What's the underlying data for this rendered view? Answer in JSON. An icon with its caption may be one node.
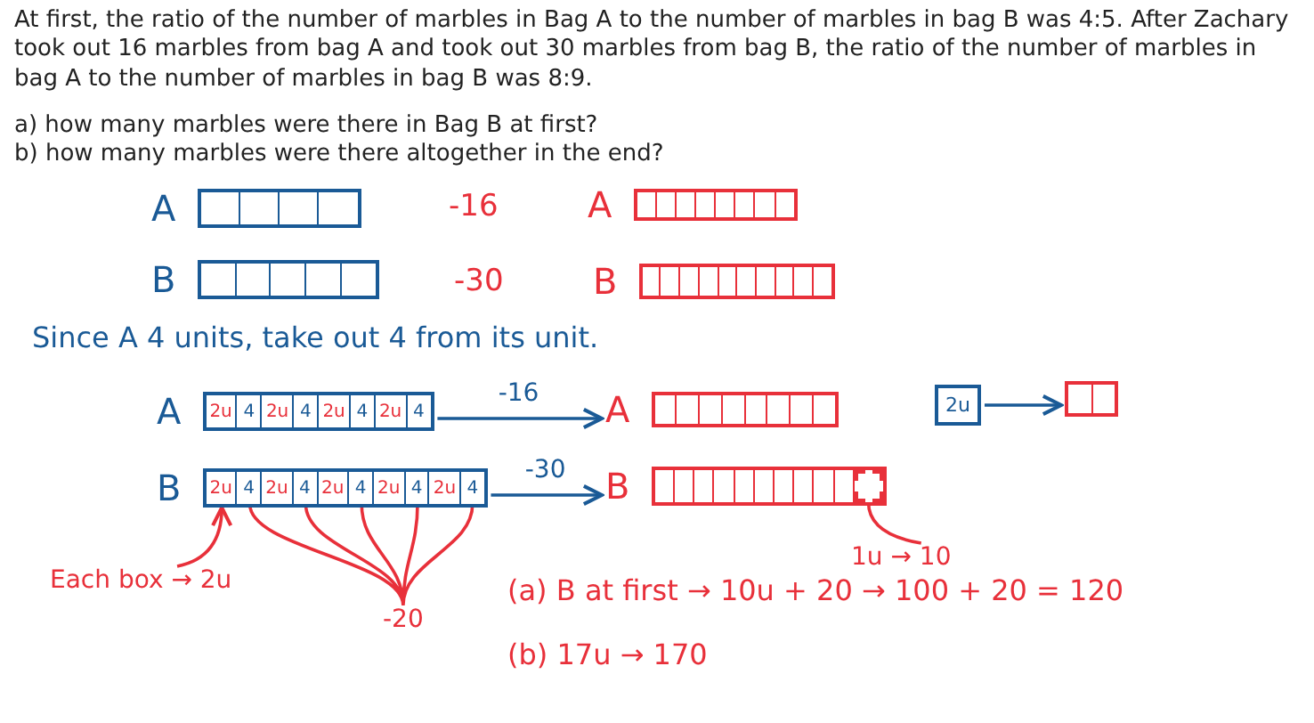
{
  "diagram": {
    "nodes": [
      {
        "text": [],
        "shape": "bar",
        "beside": [
          "A"
        ]
      },
      {
        "text": [],
        "shape": "bar",
        "beside": [
          "B"
        ]
      },
      {
        "text": [],
        "shape": "bar",
        "beside": [
          "A"
        ]
      },
      {
        "text": [],
        "shape": "bar",
        "beside": [
          "B"
        ]
      },
      {
        "text": [
          "2u",
          "4",
          "2u",
          "4",
          "2u",
          "4",
          "2u",
          "4"
        ],
        "beside": [
          "A"
        ]
      },
      {
        "text": [
          "2u",
          "4",
          "2u",
          "4",
          "2u",
          "4",
          "2u",
          "4",
          "2u",
          "4"
        ],
        "beside": [
          "B"
        ]
      },
      {
        "text": [],
        "shape": "bar",
        "beside": [
          "A"
        ]
      },
      {
        "text": [],
        "shape": "bar",
        "beside": [
          "B"
        ]
      },
      {
        "text": [],
        "shape": "box",
        "in": 7
      },
      {
        "text": [
          "1u → 10"
        ]
      },
      {
        "text": [
          "2u"
        ]
      },
      {
        "text": [],
        "shape": "bar"
      },
      {
        "text": [
          "Each box → 2u"
        ]
      },
      {
        "text": [
          "-20"
        ]
      }
    ],
    "edges": [
      {
        "from": 4,
        "to": 6,
        "arrow": "to",
        "label": "-16"
      },
      {
        "from": 5,
        "to": 7,
        "arrow": "to",
        "label": "-30"
      },
      {
        "from": 10,
        "to": 11,
        "arrow": "to"
      },
      {
        "from": 12,
        "to": 5,
        "arrow": "to",
        "color": "#e8303a"
      },
      {
        "from": 5,
        "to": 13,
        "arrow": "none",
        "color": "#e8303a"
      },
      {
        "from": 9,
        "to": 8,
        "arrow": "none",
        "color": "#e8303a"
      }
    ],
    "labels": [
      "At first, the ratio of the number of marbles in Bag A to the number of marbles in bag B was 4:5. After Zachary took out 16 marbles from bag A and took out 30 marbles from bag B, the ratio of the number of marbles in bag A to the number of marbles in bag B was 8:9.",
      "a) how many marbles were there in Bag B at first?",
      "b) how many marbles were there altogether in the end?",
      "-16",
      "-30",
      "Since A 4 units, take out 4 from its unit.",
      "(a) B at first → 10u + 20 → 100 + 20 = 120",
      "(b) 17u → 170"
    ]
  }
}
